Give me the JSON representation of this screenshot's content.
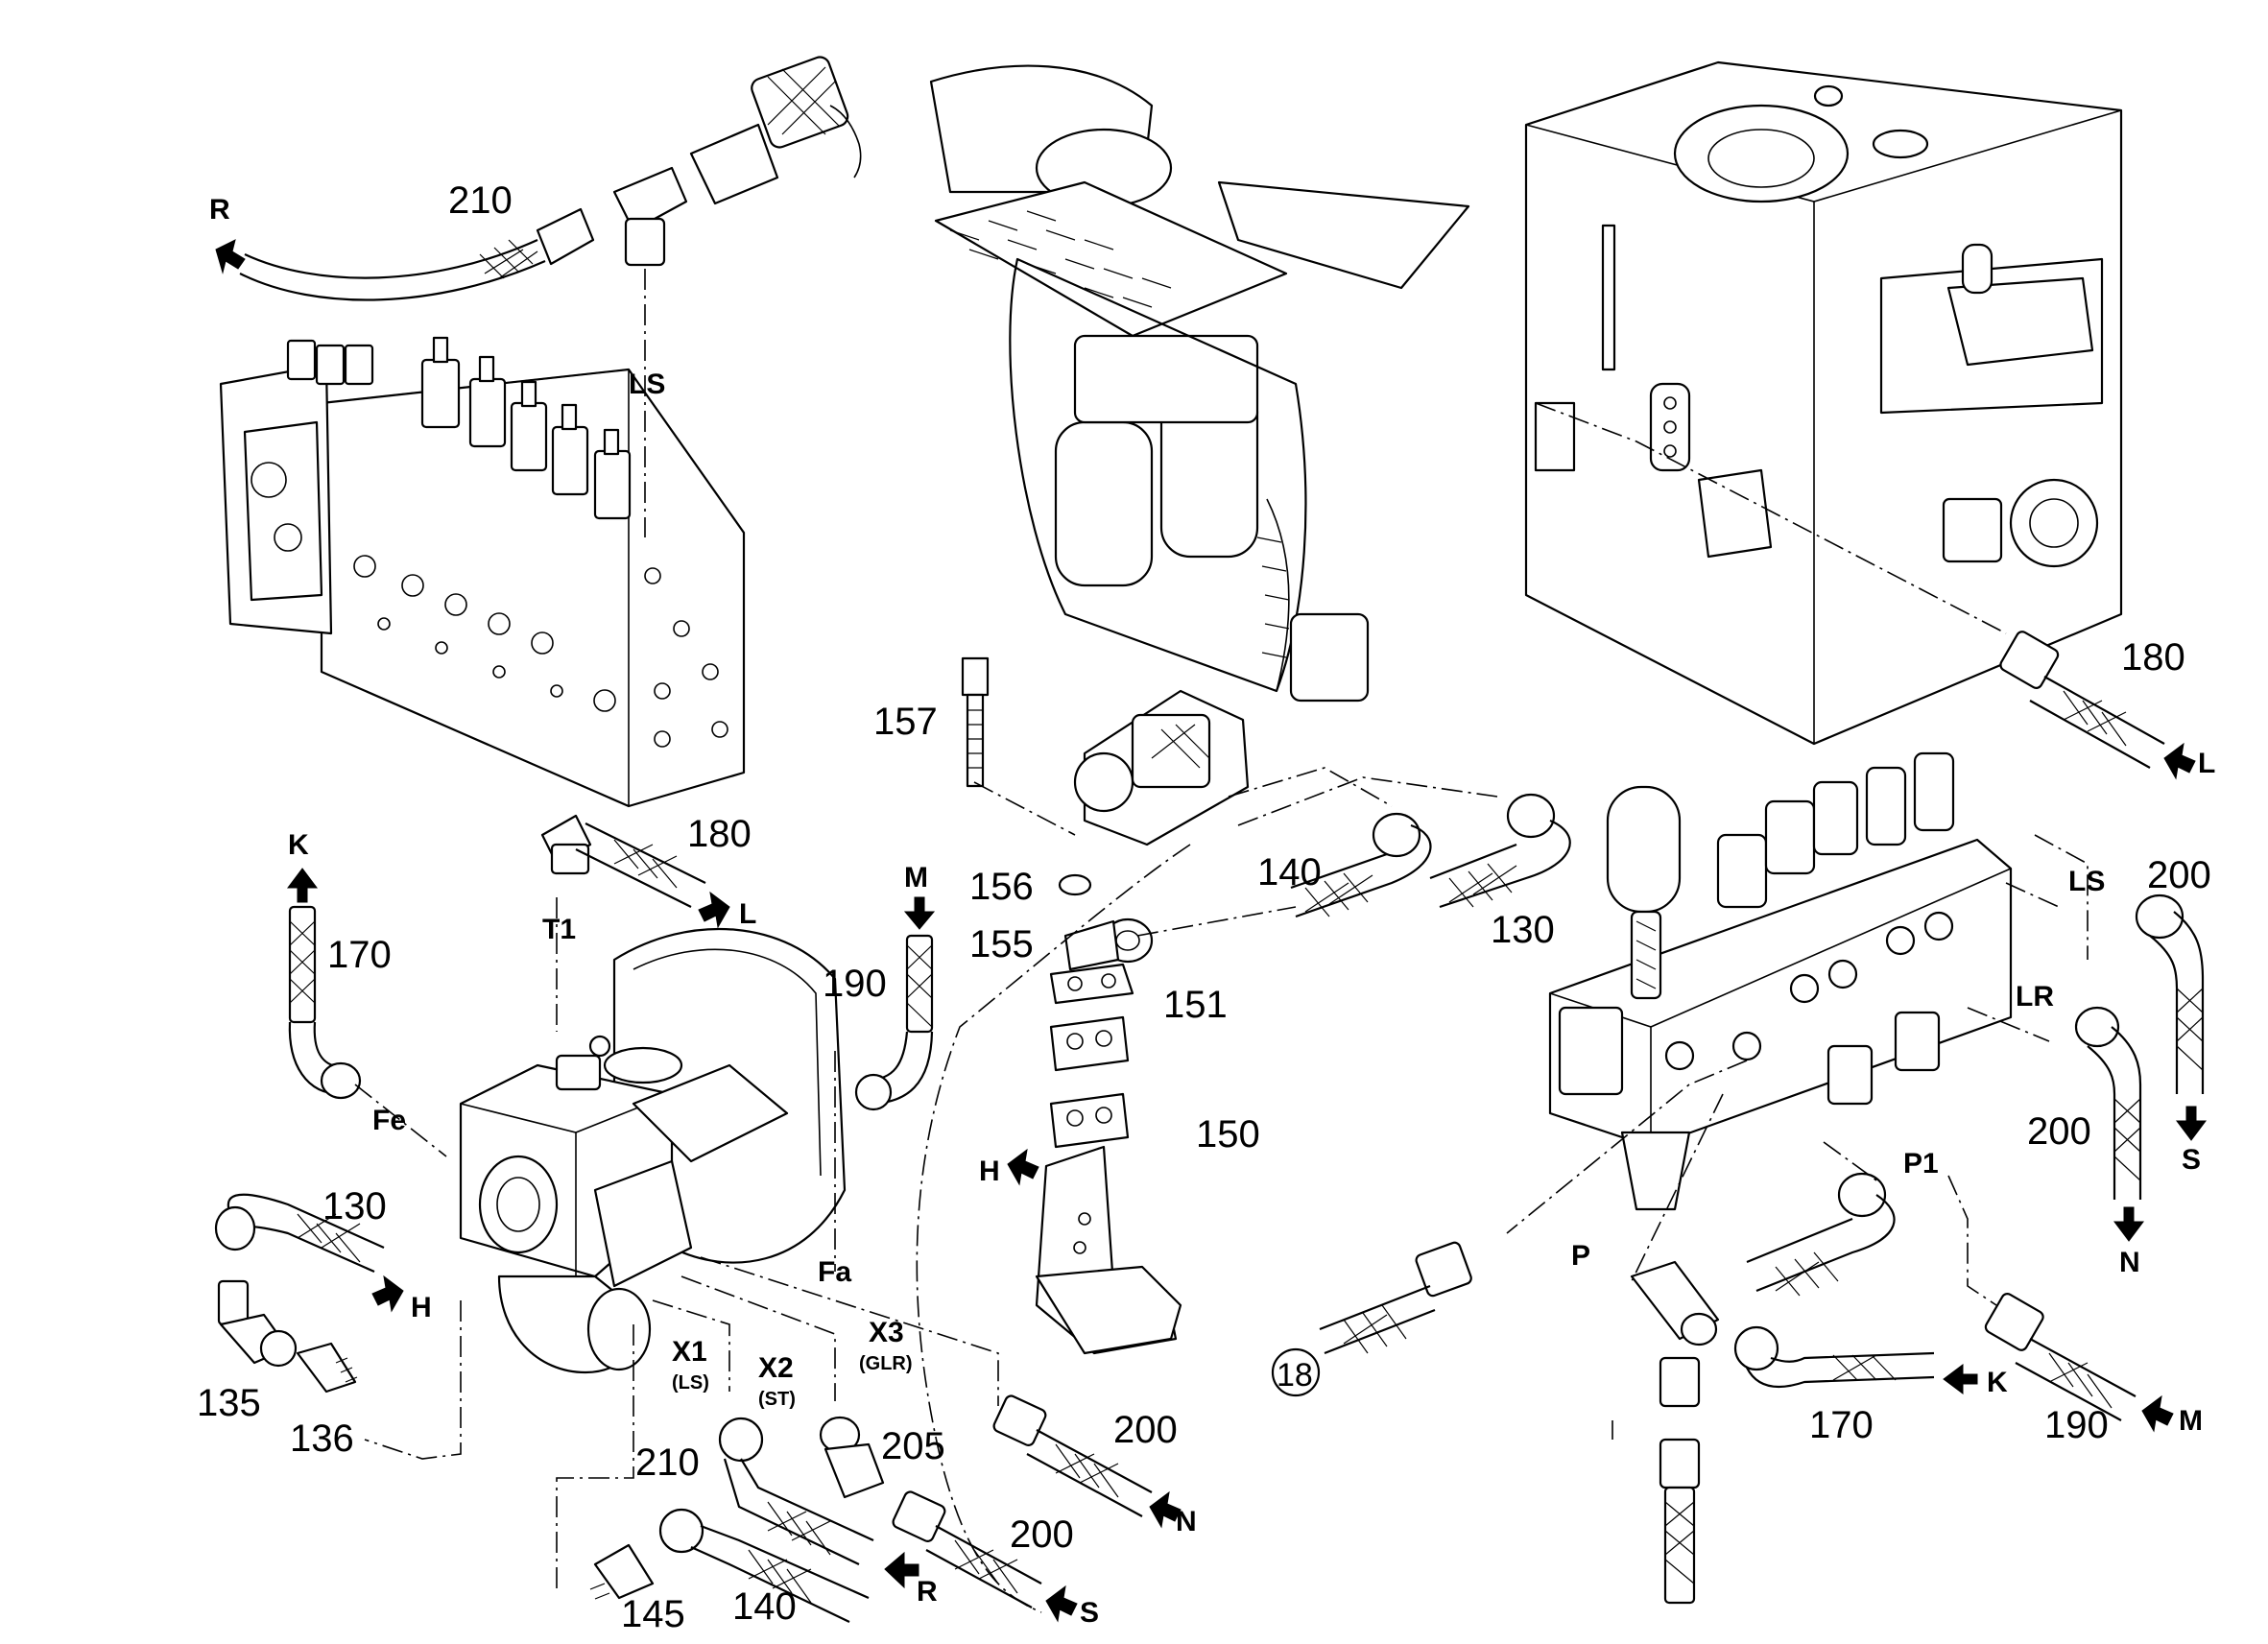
{
  "part_numbers": {
    "n210_top": "210",
    "n180_left": "180",
    "n170_left": "170",
    "n190_mid": "190",
    "n130_left": "130",
    "n135": "135",
    "n136": "136",
    "n145": "145",
    "n140_bottom": "140",
    "n210_bottom": "210",
    "n205": "205",
    "n200_mid": "200",
    "n200_bottom": "200",
    "n157": "157",
    "n156": "156",
    "n155": "155",
    "n151": "151",
    "n150": "150",
    "n140_mid": "140",
    "n130_mid": "130",
    "n180_right": "180",
    "n200_right_top": "200",
    "n200_right_mid": "200",
    "n170_right": "170",
    "n190_right": "190",
    "n18_circled": "18"
  },
  "port_labels": {
    "r_top": "R",
    "ls_top": "LS",
    "k_left": "K",
    "l_left": "L",
    "t1": "T1",
    "m_mid": "M",
    "fe": "Fe",
    "h_left": "H",
    "fa": "Fa",
    "x1": "X1",
    "x1_sub": "(LS)",
    "x2": "X2",
    "x2_sub": "(ST)",
    "x3": "X3",
    "x3_sub": "(GLR)",
    "r_bottom": "R",
    "s_bottom": "S",
    "n_mid": "N",
    "h_mid": "H",
    "l_right": "L",
    "ls_right": "LS",
    "lr_right": "LR",
    "s_right": "S",
    "n_right": "N",
    "p1": "P1",
    "p": "P",
    "k_right": "K",
    "m_right": "M"
  }
}
